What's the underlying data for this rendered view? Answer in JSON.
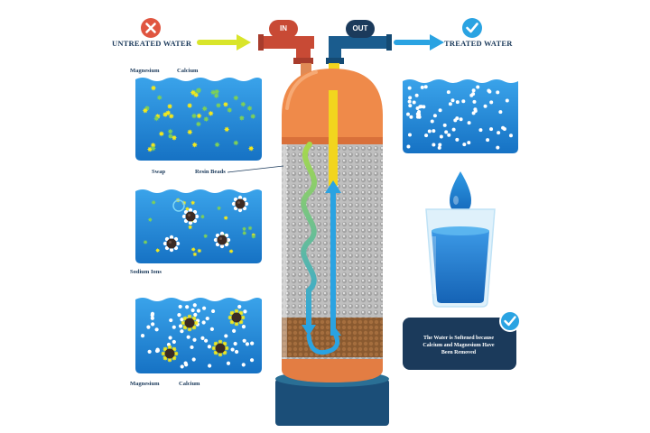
{
  "header": {
    "untreated_label": "UNTREATED WATER",
    "treated_label": "TREATED WATER",
    "in_label": "IN",
    "out_label": "OUT"
  },
  "panels": {
    "top_magnesium": "Magnesium",
    "top_calcium": "Calcium",
    "swap": "Swap",
    "resin_beads": "Resin Beads",
    "sodium_ions": "Sodium Ions",
    "bottom_magnesium": "Magnesium",
    "bottom_calcium": "Calcium"
  },
  "note": {
    "line1": "The Water is Softened because",
    "line2": "Calcium and Magnesium Have",
    "line3": "Been Removed"
  },
  "colors": {
    "water": "#1e7fd0",
    "water_light": "#3fa6ea",
    "vessel": "#ef8a4a",
    "vessel_dark": "#d9703a",
    "navy": "#1b3a5b",
    "base": "#2a6f95",
    "red_badge": "#e05540",
    "check_badge": "#2aa3e2",
    "yellow": "#f2e81e",
    "green_dot": "#6cc06a",
    "resin_brown": "#9b6436"
  },
  "icons": [
    "x-icon",
    "check-icon",
    "arrow-right-icon",
    "water-drop-icon",
    "glass-icon"
  ]
}
